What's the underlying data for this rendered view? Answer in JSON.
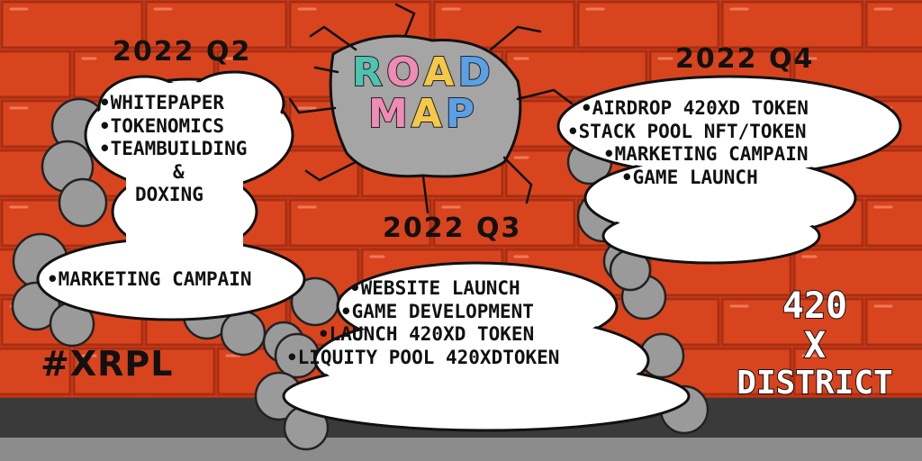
{
  "roadmap": {
    "title_line1": "ROAD",
    "title_line2": "MAP",
    "letter_colors": [
      "#4dc3b0",
      "#f08bb6",
      "#f6c84a",
      "#5aa0e6"
    ]
  },
  "phases": [
    {
      "heading": "2022 Q2",
      "items": [
        "•WHITEPAPER",
        "•TOKENOMICS",
        "•TEAMBUILDING",
        "&",
        "DOXING",
        "•MARKETING CAMPAIN"
      ]
    },
    {
      "heading": "2022 Q3",
      "items": [
        "•WEBSITE LAUNCH",
        "•GAME DEVELOPMENT",
        "•LAUNCH 420XD TOKEN",
        "•LIQUITY POOL 420XDTOKEN"
      ]
    },
    {
      "heading": "2022 Q4",
      "items": [
        "•AIRDROP 420XD TOKEN",
        "•STACK POOL NFT/TOKEN",
        "•MARKETING CAMPAIN",
        "•GAME LAUNCH"
      ]
    }
  ],
  "hashtag": "#XRPL",
  "brand": {
    "line1": "420",
    "line2": "X",
    "line3": "DISTRICT"
  },
  "colors": {
    "wall": "#d8411c",
    "mortar": "#a82e12",
    "ground": "#3a3a3a",
    "cloud": "#ffffff",
    "smoke": "#9a9a9a"
  }
}
